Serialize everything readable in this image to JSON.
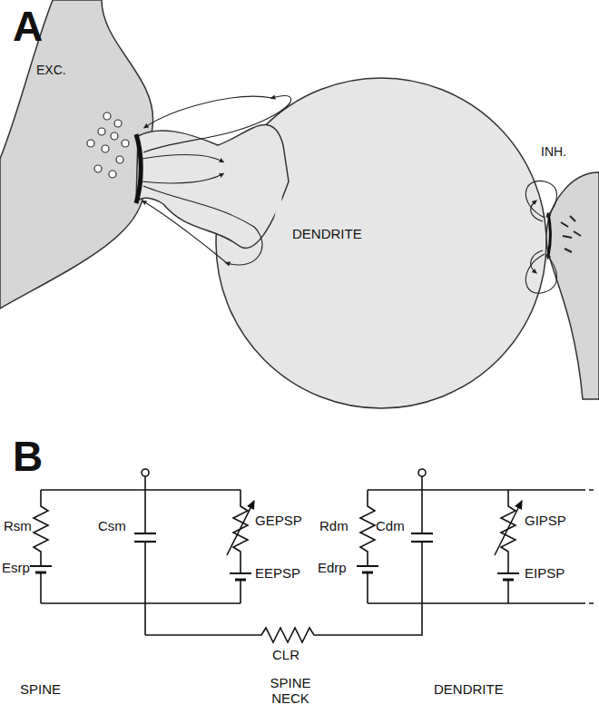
{
  "diagram": {
    "labels": [
      "A",
      "EXC.",
      "DENDRITE",
      "INH.",
      "B",
      "Rsm",
      "Csm",
      "GEPSP",
      "EEPSP",
      "Esrp",
      "Rdm",
      "Cdm",
      "GIPSP",
      "EIPSP",
      "Edrp",
      "CLR",
      "SPINE",
      "SPINE NECK",
      "DENDRITE"
    ]
  }
}
